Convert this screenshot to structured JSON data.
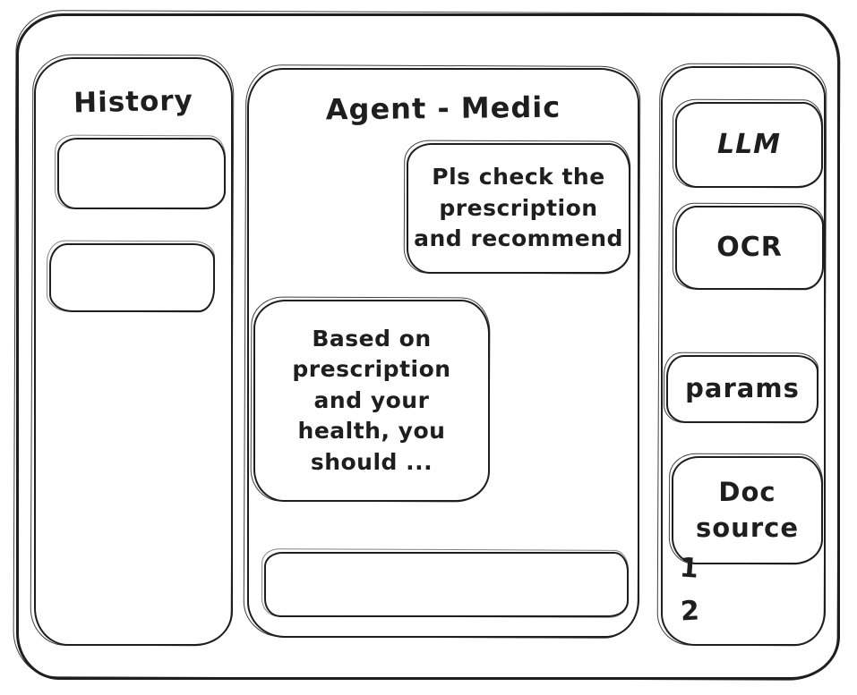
{
  "app": {
    "ink_color": "#1e1e1e",
    "background_color": "#ffffff",
    "style": "hand-drawn wireframe"
  },
  "left_sidebar": {
    "title": "History",
    "items": [
      "",
      ""
    ]
  },
  "chat": {
    "title": "Agent - Medic",
    "messages": [
      {
        "role": "user",
        "text": "Pls check the\nprescription\nand recommend"
      },
      {
        "role": "assistant",
        "text": "Based on\nprescription\nand your\nhealth, you\nshould ..."
      }
    ],
    "input": {
      "value": "",
      "placeholder": ""
    }
  },
  "right_sidebar": {
    "buttons": [
      {
        "label": "LLM"
      },
      {
        "label": "OCR"
      },
      {
        "label": "params"
      },
      {
        "label": "Doc\nsource"
      }
    ],
    "doc_source_numbers": [
      "1",
      "2"
    ]
  }
}
